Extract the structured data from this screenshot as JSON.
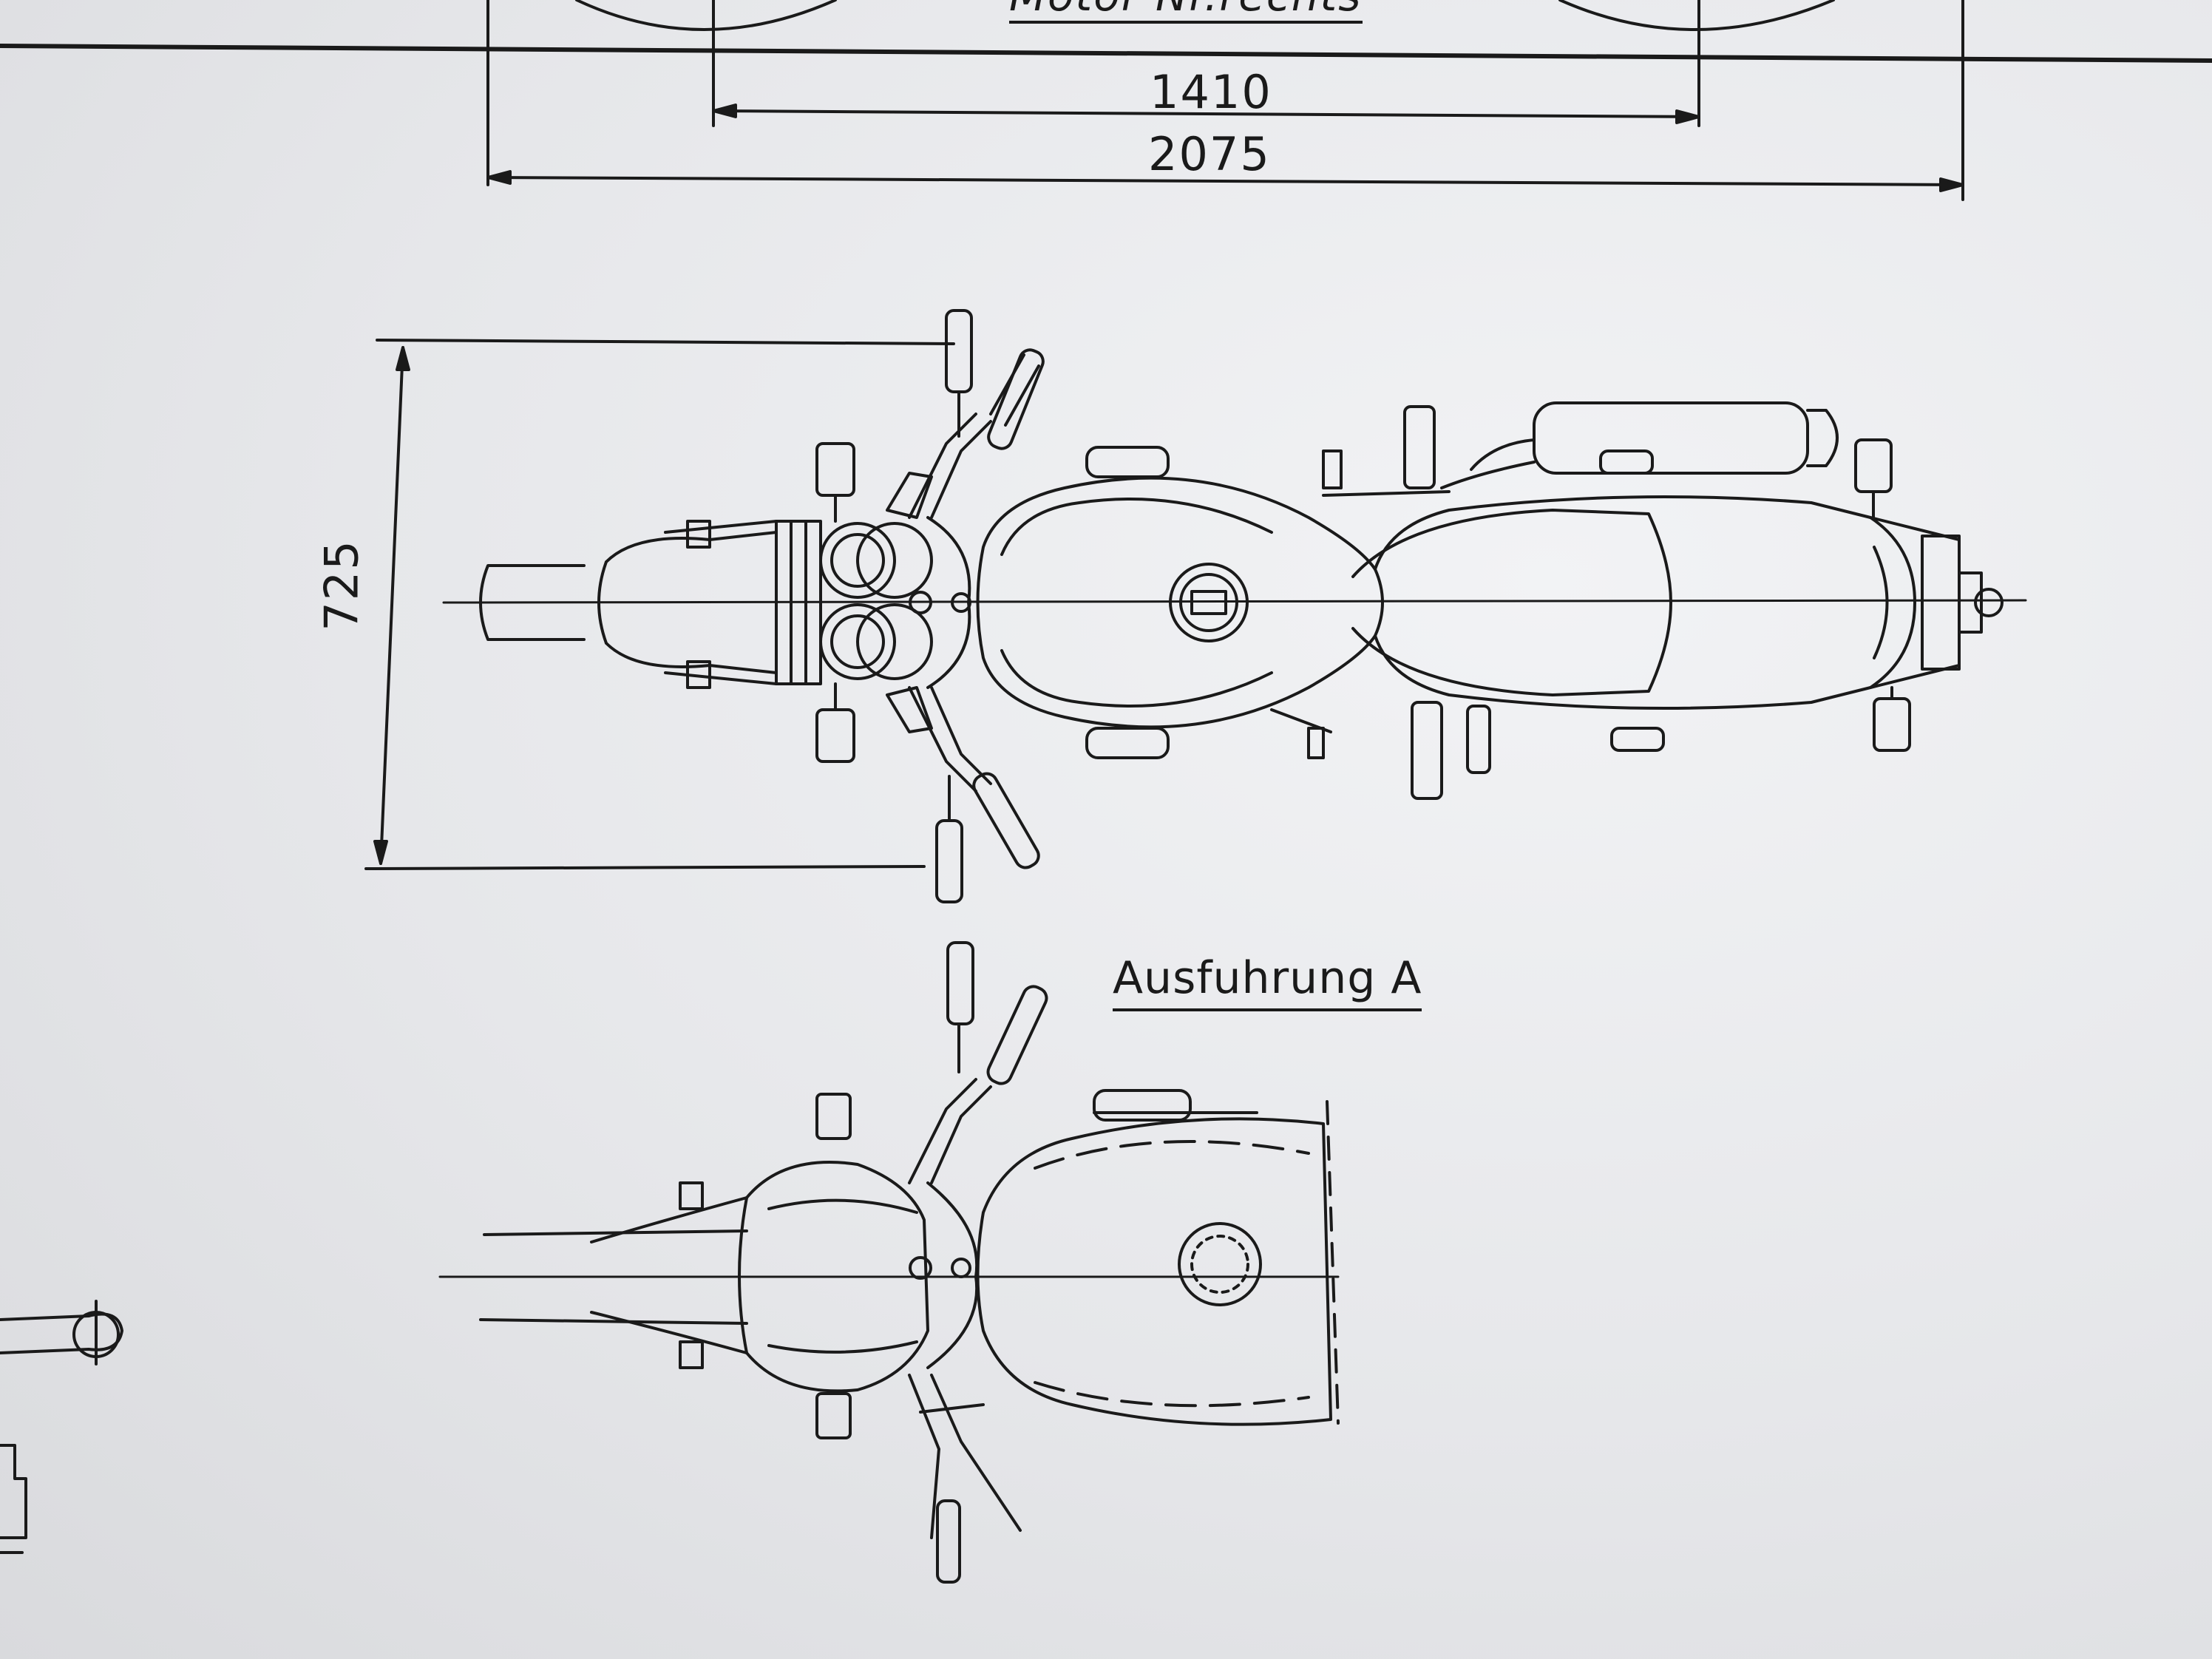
{
  "dimensions": {
    "wheelbase": "1410",
    "overall_length": "2075",
    "width": "725"
  },
  "header": {
    "partial_title": "Motor Nr.rechts"
  },
  "variant": {
    "label": "Ausfuhrung A"
  },
  "colors": {
    "paper": "#e9eaec",
    "ink": "#1a1a1a"
  }
}
